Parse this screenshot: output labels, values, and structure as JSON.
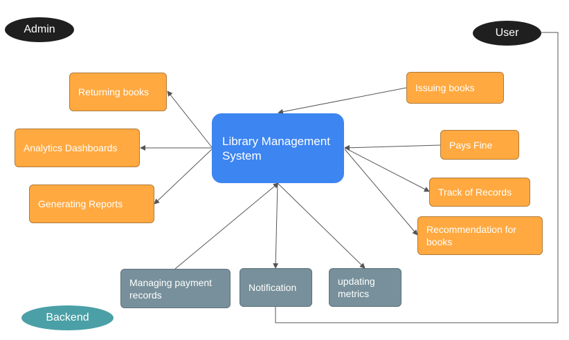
{
  "colors": {
    "box_orange": "#ffa940",
    "box_slate": "#77909b",
    "main_blue": "#3d85f0",
    "role_dark": "#1f1f1f",
    "role_teal": "#4aa0a6",
    "edge": "#555555"
  },
  "roles": {
    "admin": "Admin",
    "user": "User",
    "backend": "Backend"
  },
  "center": {
    "label": "Library Management System"
  },
  "admin_features": {
    "returning": "Returning books",
    "analytics": "Analytics Dashboards",
    "reports": "Generating Reports"
  },
  "user_features": {
    "issuing": "Issuing books",
    "fine": "Pays Fine",
    "track": "Track of Records",
    "recommend": "Recommendation for books"
  },
  "backend_features": {
    "payment": "Managing payment records",
    "notification": "Notification",
    "metrics": "updating metrics"
  },
  "connections": [
    {
      "from": "center",
      "to": "returning",
      "arrow": "to"
    },
    {
      "from": "center",
      "to": "analytics",
      "arrow": "to"
    },
    {
      "from": "center",
      "to": "reports",
      "arrow": "to"
    },
    {
      "from": "issuing",
      "to": "center",
      "arrow": "to"
    },
    {
      "from": "fine",
      "to": "center",
      "arrow": "to"
    },
    {
      "from": "center",
      "to": "track",
      "arrow": "to"
    },
    {
      "from": "center",
      "to": "recommend",
      "arrow": "to"
    },
    {
      "from": "payment",
      "to": "center",
      "arrow": "to"
    },
    {
      "from": "center",
      "to": "notification",
      "arrow": "to"
    },
    {
      "from": "center",
      "to": "metrics",
      "arrow": "to"
    },
    {
      "from": "user",
      "to": "notification",
      "arrow": "none"
    }
  ]
}
